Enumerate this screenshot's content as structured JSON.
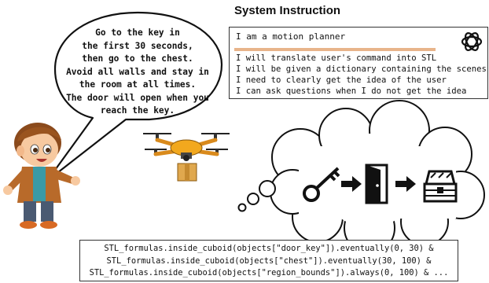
{
  "speech": {
    "lines": [
      "Go to the key in",
      "the first 30 seconds,",
      "then go to the chest.",
      "Avoid all walls and stay in",
      "the room at all times.",
      "The door will open when you",
      "reach the key."
    ]
  },
  "system": {
    "title": "System Instruction",
    "header": "I am a motion planner",
    "lines": [
      "I will translate user's command into STL",
      "I will be given a dictionary containing the scenes",
      "I need to clearly get the idea of the user",
      "I can ask questions when I do not get the idea"
    ],
    "accent_color": "#e8b48a",
    "logo_icon": "openai-logo-icon"
  },
  "plan": {
    "sequence_icons": [
      "key-icon",
      "arrow-right-icon",
      "door-icon",
      "arrow-right-icon",
      "chest-icon"
    ]
  },
  "stl": {
    "lines": [
      "STL_formulas.inside_cuboid(objects[\"door_key\"]).eventually(0, 30) &",
      "STL_formulas.inside_cuboid(objects[\"chest\"]).eventually(30, 100) &",
      "STL_formulas.inside_cuboid(objects[\"region_bounds\"]).always(0, 100) & ..."
    ]
  }
}
